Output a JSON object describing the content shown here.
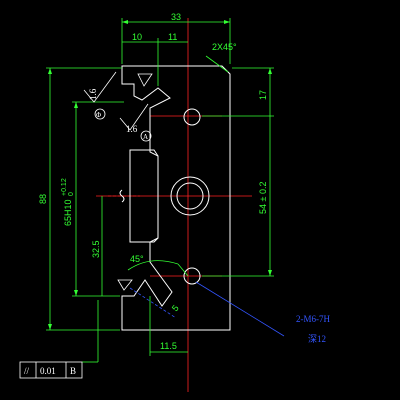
{
  "dimensions": {
    "overall_width": "33",
    "left_step": "10",
    "mid_step": "11",
    "chamfer": "2X45°",
    "overall_height": "88",
    "slot_height": "65H10",
    "slot_tol_upper": "+0.12",
    "slot_tol_lower": "0",
    "lower_height": "32.5",
    "top_hole_offset": "17",
    "hole_spacing": "54 ± 0.2",
    "angle": "45°",
    "bottom_width": "11.5",
    "small_dim": "5"
  },
  "symbols": {
    "roughness_value": "1.6",
    "datum_a": "A",
    "circle_mark": "Φ"
  },
  "tolerance_frame": {
    "symbol": "//",
    "value": "0.01",
    "datum": "B"
  },
  "notes": {
    "part_code": "2-M6-7H",
    "depth": "深12"
  },
  "colors": {
    "background": "#000000",
    "outline": "#ffffff",
    "dimension": "#33ff33",
    "centerline": "#ff2222",
    "note": "#3355ff"
  }
}
